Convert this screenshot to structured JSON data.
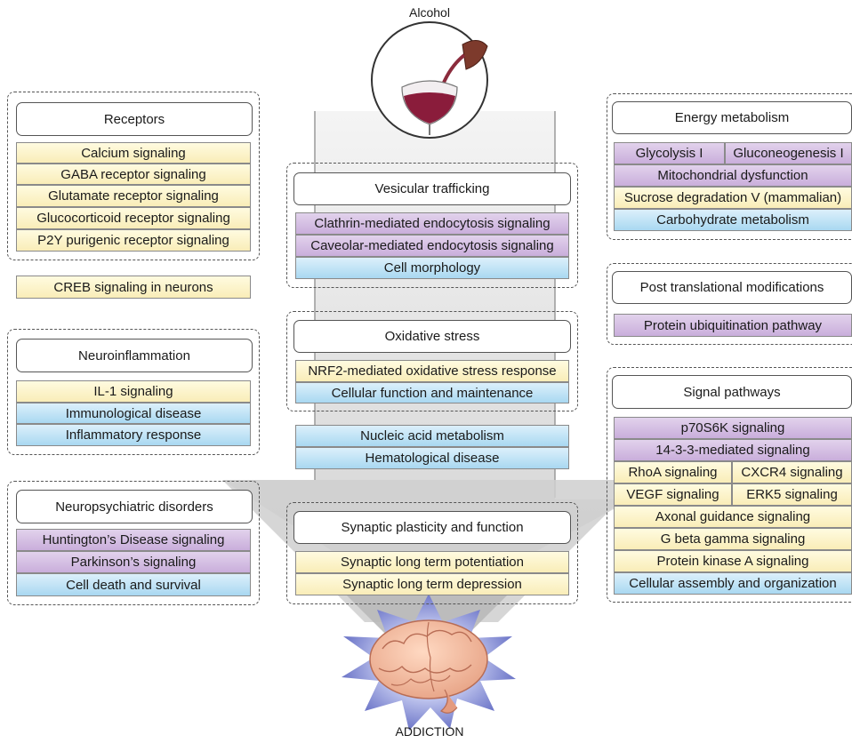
{
  "top_label": "Alcohol",
  "bottom_label": "ADDICTION",
  "colors": {
    "yellow": "#f9edb8",
    "purple": "#c9aedb",
    "blue": "#a9d8f1",
    "arrow": "#cfcfcf"
  },
  "receptors": {
    "title": "Receptors",
    "items": [
      "Calcium signaling",
      "GABA receptor signaling",
      "Glutamate receptor signaling",
      "Glucocorticoid receptor signaling",
      "P2Y purigenic receptor signaling"
    ]
  },
  "creb": "CREB signaling in neurons",
  "neuroinflammation": {
    "title": "Neuroinflammation",
    "items": [
      "IL-1 signaling",
      "Immunological disease",
      "Inflammatory response"
    ]
  },
  "neuropsychiatric": {
    "title": "Neuropsychiatric disorders",
    "items": [
      "Huntington’s Disease signaling",
      "Parkinson’s signaling",
      "Cell death and survival"
    ]
  },
  "vesicular": {
    "title": "Vesicular trafficking",
    "items": [
      "Clathrin-mediated endocytosis signaling",
      "Caveolar-mediated endocytosis signaling",
      "Cell morphology"
    ]
  },
  "oxidative": {
    "title": "Oxidative stress",
    "items": [
      "NRF2-mediated oxidative stress response",
      "Cellular function and maintenance"
    ]
  },
  "nucleic": [
    "Nucleic acid metabolism",
    "Hematological disease"
  ],
  "synaptic": {
    "title": "Synaptic plasticity and function",
    "items": [
      "Synaptic long term potentiation",
      "Synaptic long term depression"
    ]
  },
  "energy": {
    "title": "Energy metabolism",
    "items": [
      "Glycolysis I",
      "Gluconeogenesis I",
      "Mitochondrial dysfunction",
      "Sucrose degradation V (mammalian)",
      "Carbohydrate metabolism"
    ]
  },
  "ptm": {
    "title": "Post translational modifications",
    "items": [
      "Protein ubiquitination pathway"
    ]
  },
  "signal": {
    "title": "Signal pathways",
    "items": [
      "p70S6K signaling",
      "14-3-3-mediated signaling",
      "RhoA signaling",
      "CXCR4 signaling",
      "VEGF signaling",
      "ERK5 signaling",
      "Axonal guidance signaling",
      "G beta gamma signaling",
      "Protein kinase A signaling",
      "Cellular assembly and organization"
    ]
  }
}
